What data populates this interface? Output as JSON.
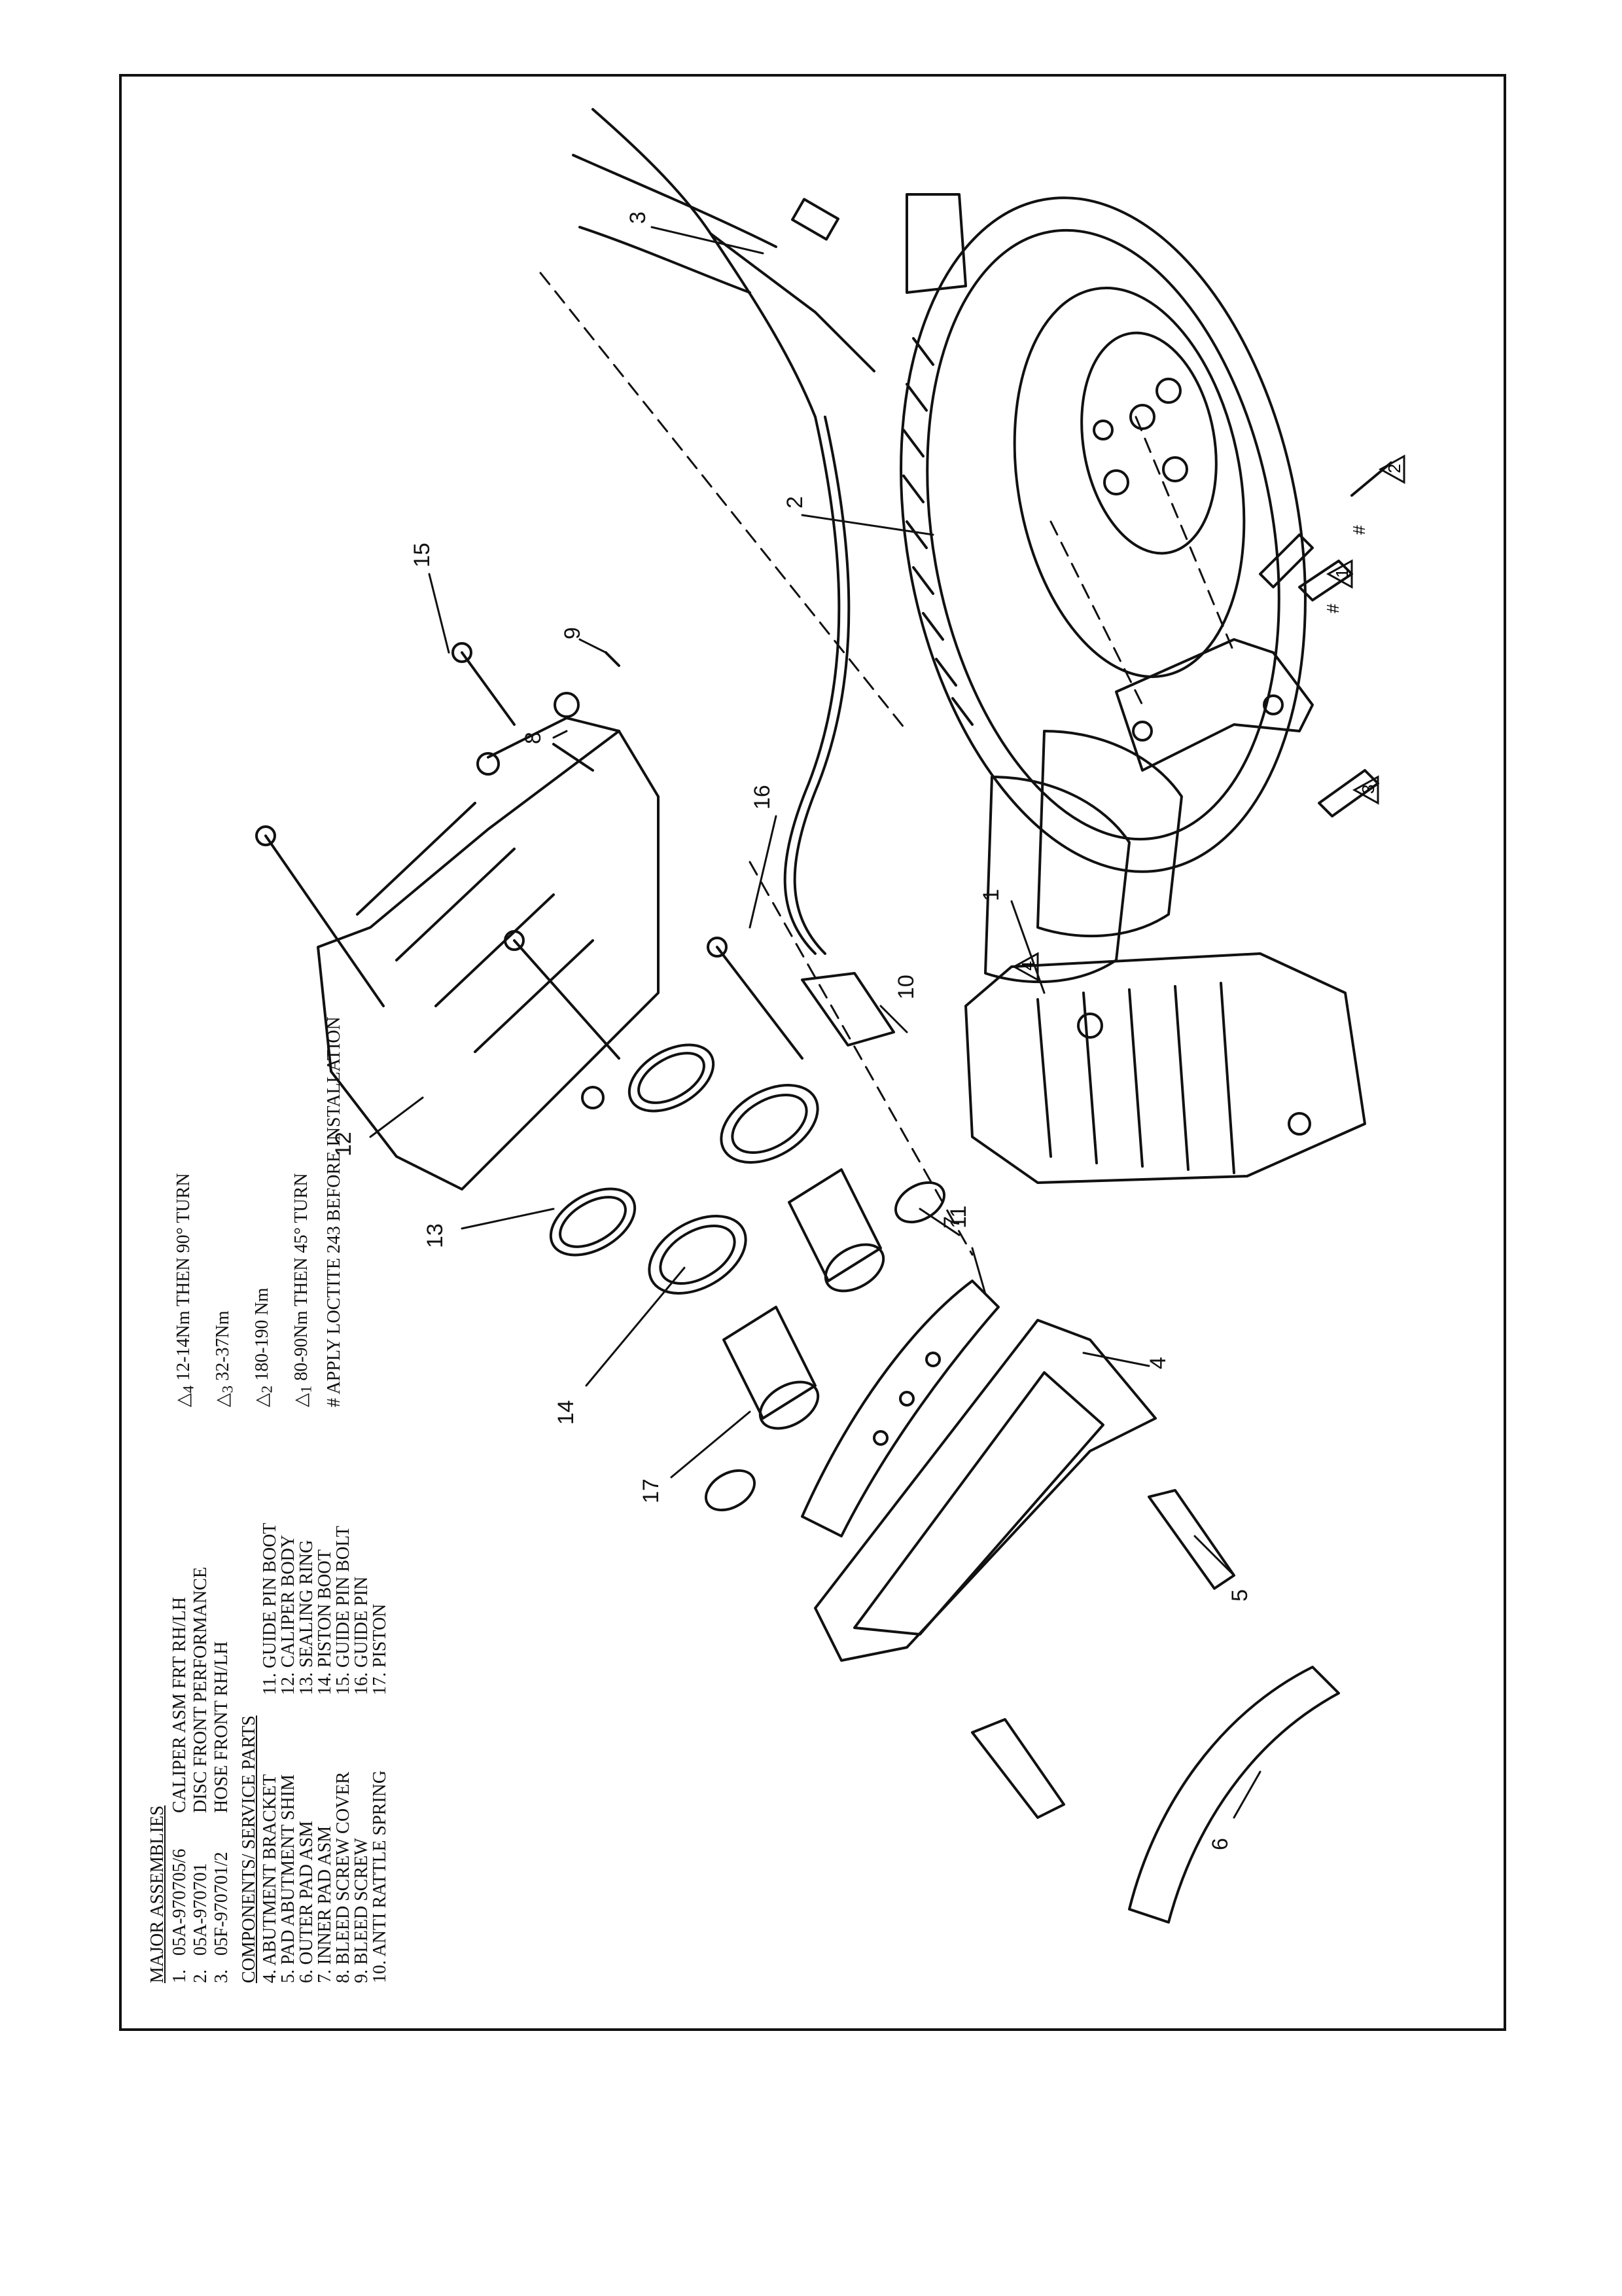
{
  "legend": {
    "major_title": "MAJOR ASSEMBLIES",
    "major": [
      {
        "num": "1.",
        "part": "05A-970705/6",
        "desc": "CALIPER ASM FRT RH/LH"
      },
      {
        "num": "2.",
        "part": "05A-970701",
        "desc": "DISC FRONT PERFORMANCE"
      },
      {
        "num": "3.",
        "part": "05F-970701/2",
        "desc": "HOSE FRONT RH/LH"
      }
    ],
    "components_title": "COMPONENTS/ SERVICE PARTS",
    "components": [
      "4.  ABUTMENT BRACKET",
      "5.  PAD ABUTMENT SHIM",
      "6.  OUTER PAD ASM",
      "7.  INNER PAD ASM",
      "8.  BLEED SCREW COVER",
      "9.  BLEED SCREW",
      "10. ANTI RATTLE SPRING",
      "11. GUIDE PIN BOOT",
      "12. CALIPER BODY",
      "13. SEALING RING",
      "14. PISTON BOOT",
      "15. GUIDE PIN BOLT",
      "16. GUIDE PIN",
      "17. PISTON"
    ],
    "torque": [
      {
        "mark": "4",
        "text": "12-14Nm THEN 90° TURN"
      },
      {
        "mark": "3",
        "text": "32-37Nm"
      },
      {
        "mark": "2",
        "text": "180-190 Nm"
      },
      {
        "mark": "1",
        "text": "80-90Nm THEN 45° TURN"
      }
    ],
    "note": "# APPLY LOCTITE 243 BEFORE INSTALLATION"
  },
  "callouts": [
    "1",
    "2",
    "3",
    "4",
    "5",
    "6",
    "7",
    "8",
    "9",
    "10",
    "11",
    "12",
    "13",
    "14",
    "15",
    "16",
    "17"
  ],
  "symbols": {
    "hash": "#"
  },
  "colors": {
    "ink": "#111111",
    "paper": "#ffffff"
  }
}
